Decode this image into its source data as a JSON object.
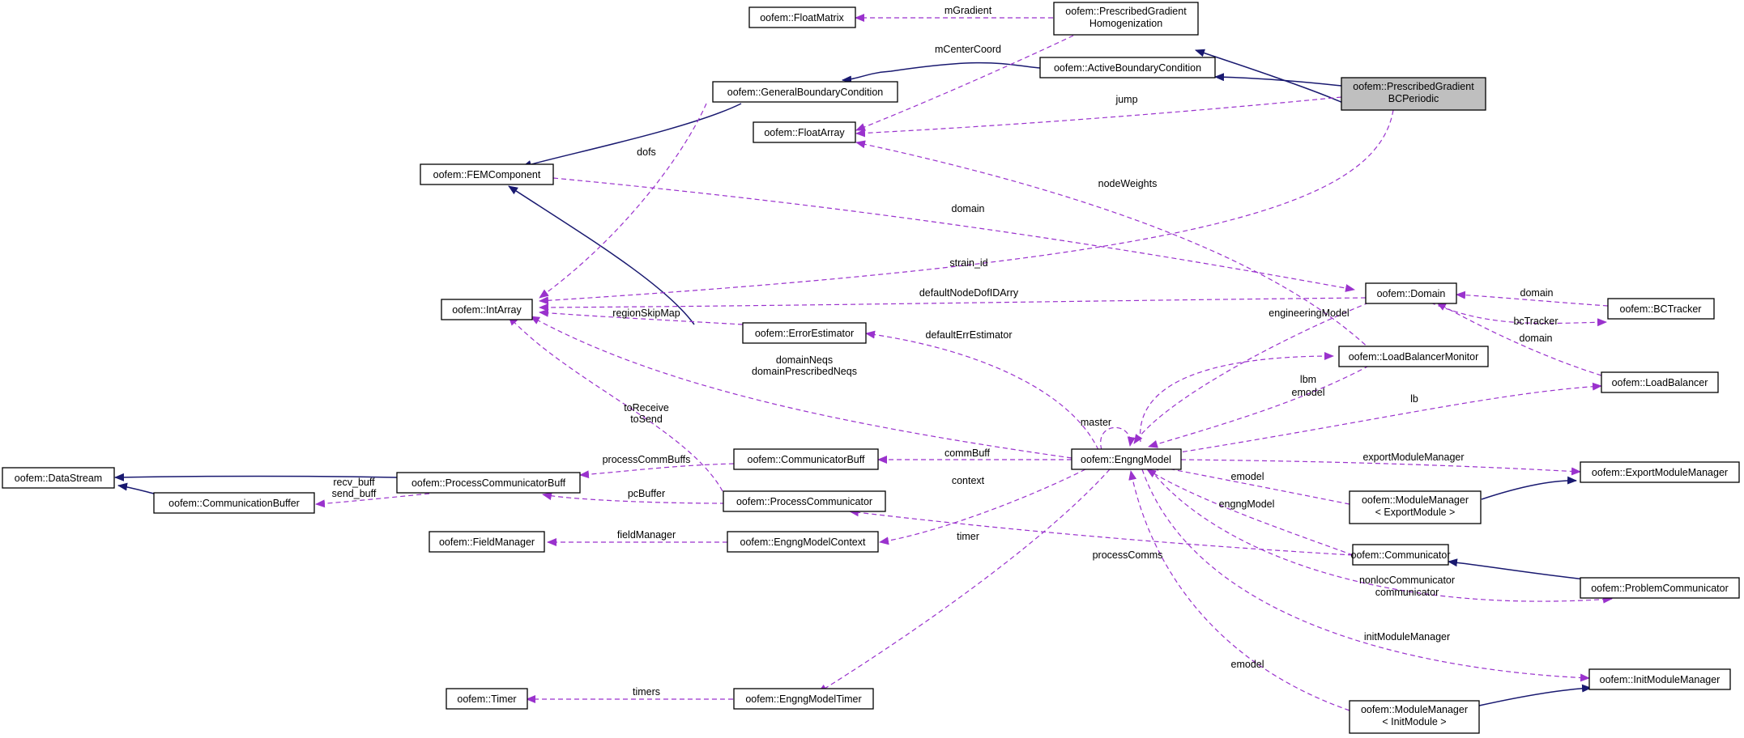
{
  "diagram": {
    "nodes": {
      "pgbcp": {
        "lines": [
          "oofem::PrescribedGradient",
          "BCPeriodic"
        ],
        "highlight": true
      },
      "pgh": {
        "lines": [
          "oofem::PrescribedGradient",
          "Homogenization"
        ]
      },
      "abc": {
        "lines": [
          "oofem::ActiveBoundaryCondition"
        ]
      },
      "gbc": {
        "lines": [
          "oofem::GeneralBoundaryCondition"
        ]
      },
      "fm": {
        "lines": [
          "oofem::FloatMatrix"
        ]
      },
      "fa": {
        "lines": [
          "oofem::FloatArray"
        ]
      },
      "femc": {
        "lines": [
          "oofem::FEMComponent"
        ]
      },
      "ia": {
        "lines": [
          "oofem::IntArray"
        ]
      },
      "dom": {
        "lines": [
          "oofem::Domain"
        ]
      },
      "bct": {
        "lines": [
          "oofem::BCTracker"
        ]
      },
      "ee": {
        "lines": [
          "oofem::ErrorEstimator"
        ]
      },
      "lbm": {
        "lines": [
          "oofem::LoadBalancerMonitor"
        ]
      },
      "lb": {
        "lines": [
          "oofem::LoadBalancer"
        ]
      },
      "ds": {
        "lines": [
          "oofem::DataStream"
        ]
      },
      "pcb": {
        "lines": [
          "oofem::ProcessCommunicatorBuff"
        ]
      },
      "cbf": {
        "lines": [
          "oofem::CommunicatorBuff"
        ]
      },
      "em": {
        "lines": [
          "oofem::EngngModel"
        ]
      },
      "emm": {
        "lines": [
          "oofem::ExportModuleManager"
        ]
      },
      "cb": {
        "lines": [
          "oofem::CommunicationBuffer"
        ]
      },
      "pc": {
        "lines": [
          "oofem::ProcessCommunicator"
        ]
      },
      "mmexp": {
        "lines": [
          "oofem::ModuleManager",
          "< ExportModule >"
        ]
      },
      "fmgr": {
        "lines": [
          "oofem::FieldManager"
        ]
      },
      "emc": {
        "lines": [
          "oofem::EngngModelContext"
        ]
      },
      "comm": {
        "lines": [
          "oofem::Communicator"
        ]
      },
      "prc": {
        "lines": [
          "oofem::ProblemCommunicator"
        ]
      },
      "imm": {
        "lines": [
          "oofem::InitModuleManager"
        ]
      },
      "tm": {
        "lines": [
          "oofem::Timer"
        ]
      },
      "emt": {
        "lines": [
          "oofem::EngngModelTimer"
        ]
      },
      "mminit": {
        "lines": [
          "oofem::ModuleManager",
          "< InitModule >"
        ]
      }
    },
    "edge_labels": {
      "mGradient": "mGradient",
      "mCenterCoord": "mCenterCoord",
      "jump": "jump",
      "dofs": "dofs",
      "nodeWeights": "nodeWeights",
      "domain1": "domain",
      "strain_id": "strain_id",
      "defaultNodeDofIDArry": "defaultNodeDofIDArry",
      "domain2": "domain",
      "regionSkipMap": "regionSkipMap",
      "bcTracker": "bcTracker",
      "domain3": "domain",
      "engineeringModel": "engineeringModel",
      "defaultErrEstimator": "defaultErrEstimator",
      "lbm": "lbm",
      "domainNeqs": "domainNeqs",
      "domainPrescribedNeqs": "domainPrescribedNeqs",
      "emodel1": "emodel",
      "lb": "lb",
      "toReceive": "toReceive",
      "toSend": "toSend",
      "master": "master",
      "processCommBuffs": "processCommBuffs",
      "commBuff": "commBuff",
      "exportModuleManager": "exportModuleManager",
      "recv_buff": "recv_buff",
      "send_buff": "send_buff",
      "context": "context",
      "emodel2": "emodel",
      "pcBuffer": "pcBuffer",
      "engngModel": "engngModel",
      "fieldManager": "fieldManager",
      "timer": "timer",
      "processComms": "processComms",
      "nonlocCommunicator": "nonlocCommunicator",
      "communicator": "communicator",
      "initModuleManager": "initModuleManager",
      "emodel3": "emodel",
      "timers": "timers"
    }
  },
  "colors": {
    "inheritance": "#191970",
    "usage": "#9a32cd",
    "highlight_fill": "#bfbfbf"
  }
}
